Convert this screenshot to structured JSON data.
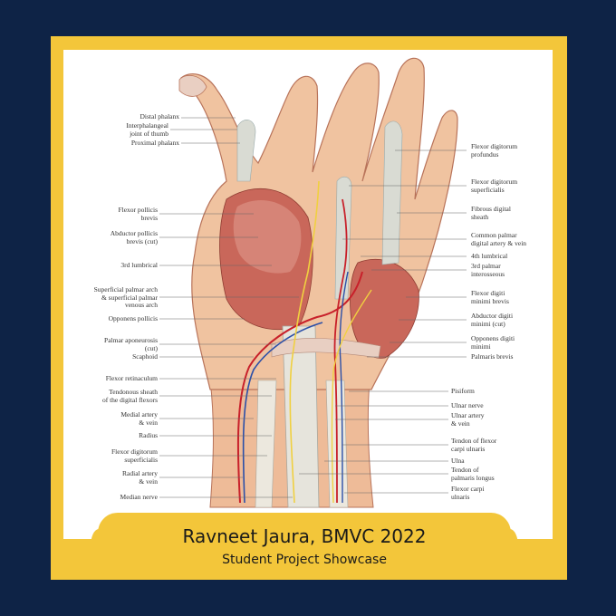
{
  "banner": {
    "title": "Ravneet Jaura, BMVC 2022",
    "subtitle": "Student Project Showcase"
  },
  "labels_left": [
    "Distal phalanx",
    "Interphalangeal\njoint of thumb",
    "Proximal phalanx",
    "Flexor pollicis\nbrevis",
    "Abductor pollicis\nbrevis (cut)",
    "3rd lumbrical",
    "Superficial palmar arch\n& superficial palmar\nvenous arch",
    "Opponens pollicis",
    "Palmar aponeurosis\n(cut)",
    "Scaphoid",
    "Flexor retinaculum",
    "Tendonous sheath\nof the digital flexors",
    "Medial artery\n& vein",
    "Radius",
    "Flexor digitorum\nsuperficialis",
    "Radial artery\n& vein",
    "Median nerve"
  ],
  "labels_right": [
    "Flexor digitorum\nprofundus",
    "Flexor digitorum\nsuperficialis",
    "Fibrous digital\nsheath",
    "Common palmar\ndigital artery & vein",
    "4th lumbrical",
    "3rd palmar\ninterosseous",
    "Flexor digiti\nminimi brevis",
    "Abductor digiti\nminimi (cut)",
    "Opponens digiti\nminimi",
    "Palmaris brevis",
    "Pisiform",
    "Ulnar nerve",
    "Ulnar artery\n& vein",
    "Tendon of flexor\ncarpi ulnaris",
    "Ulna",
    "Tendon of\npalmaris longus",
    "Flexor carpi\nulnaris"
  ],
  "colors": {
    "background": "#0e2346",
    "frame": "#f3c63a",
    "skin": "#f0c3a0",
    "muscle": "#c9675a",
    "tendon": "#e6e4dc",
    "artery": "#c8202a",
    "vein": "#2b4fa8",
    "nerve": "#f0d040"
  }
}
